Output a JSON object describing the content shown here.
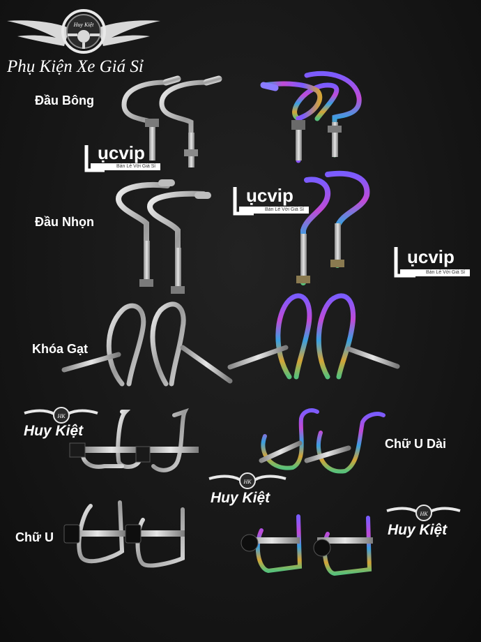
{
  "brand": {
    "logo_badge_text": "Huy Kiệt",
    "title": "Phụ Kiện Xe Giá Sỉ"
  },
  "labels": {
    "dau_bong": "Đầu Bông",
    "dau_nhon": "Đầu Nhọn",
    "khoa_gat": "Khóa Gạt",
    "chu_u_dai": "Chữ U Dài",
    "chu_u": "Chữ U"
  },
  "watermarks": {
    "cucvip_main": "ụcvip",
    "cucvip_sub": "Bán Lẻ Với Giá Sỉ",
    "huy_kiet": "Huy Kiệt",
    "hk_mono": "HK"
  },
  "colors": {
    "background": "#151515",
    "stainless": "#c9c9c9",
    "titanium_rainbow": [
      "#7a5cff",
      "#c04bd6",
      "#3aa0e0",
      "#d4a437",
      "#58c07a"
    ]
  }
}
